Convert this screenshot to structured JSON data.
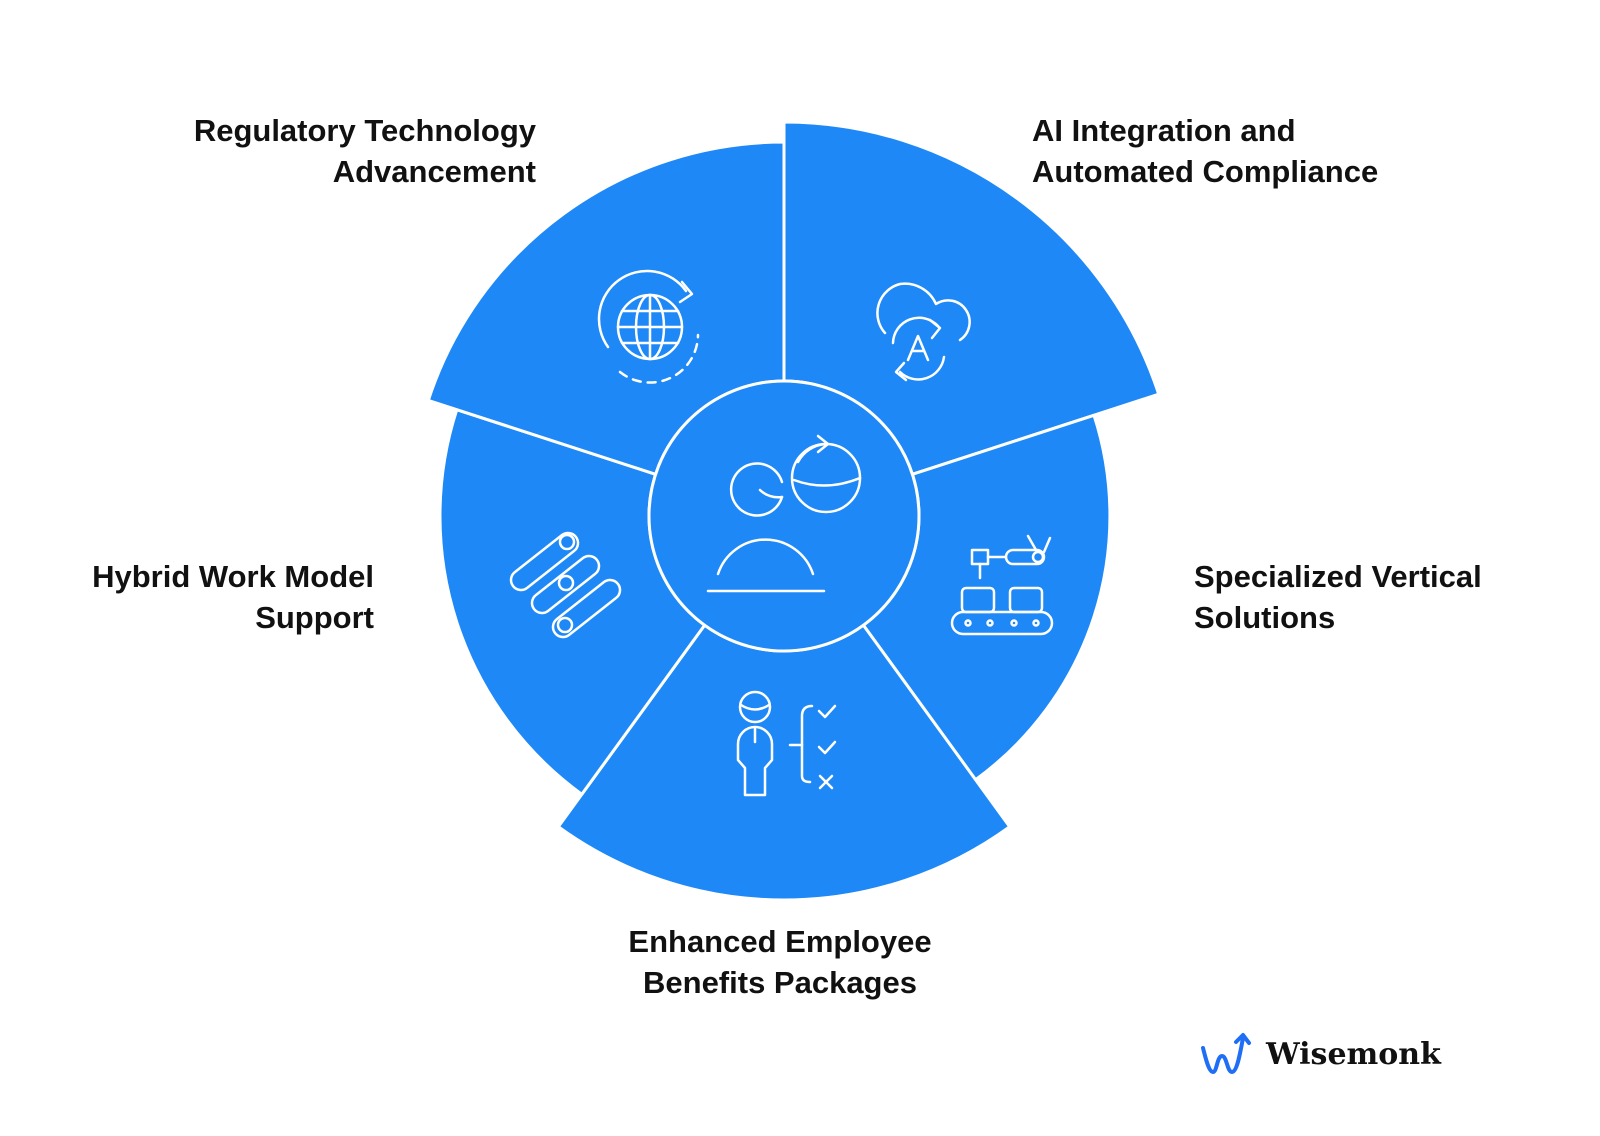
{
  "colors": {
    "segment_fill": "#1e88f7",
    "line": "#ffffff",
    "text": "#111111",
    "brand_accent": "#1e6ff5"
  },
  "center": {
    "icon": "person-thinking-cycle-icon"
  },
  "segments": [
    {
      "id": "regulatory",
      "line1": "Regulatory Technology",
      "line2": "Advancement",
      "icon": "globe-cycle-icon"
    },
    {
      "id": "ai",
      "line1": "AI Integration and",
      "line2": "Automated Compliance",
      "icon": "cloud-ai-cycle-icon"
    },
    {
      "id": "vertical",
      "line1": "Specialized Vertical",
      "line2": "Solutions",
      "icon": "robotic-arm-conveyor-icon"
    },
    {
      "id": "benefits",
      "line1": "Enhanced Employee",
      "line2": "Benefits Packages",
      "icon": "person-checklist-icon"
    },
    {
      "id": "hybrid",
      "line1": "Hybrid Work Model",
      "line2": "Support",
      "icon": "connected-pills-icon"
    }
  ],
  "brand": {
    "name": "Wisemonk",
    "icon": "wisemonk-logo-icon"
  }
}
